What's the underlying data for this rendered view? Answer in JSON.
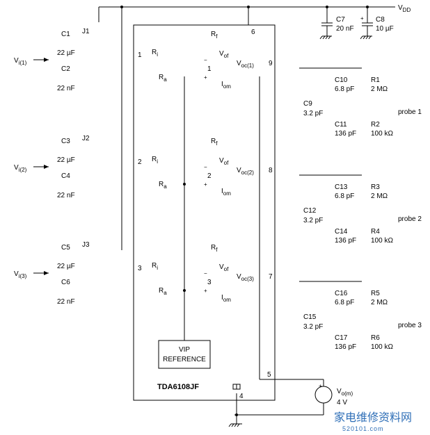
{
  "supply": {
    "label": "V",
    "sub": "DD"
  },
  "ic": {
    "name": "TDA6108JF",
    "pin6": "6",
    "pin4": "4",
    "pin5": "5"
  },
  "vip": {
    "line1": "VIP",
    "line2": "REFERENCE"
  },
  "vom": {
    "label": "V",
    "sub": "o(m)",
    "value": "4 V",
    "plus": "+"
  },
  "c7": {
    "name": "C7",
    "value": "20 nF"
  },
  "c8": {
    "name": "C8",
    "value": "10 µF",
    "plus": "+"
  },
  "ch1": {
    "vin": "V",
    "vin_sub": "i(1)",
    "j": "J1",
    "ca": "C1",
    "ca_val": "22 µF",
    "cb": "C2",
    "cb_val": "22 nF",
    "pin_in": "1",
    "ri": "R",
    "ri_sub": "i",
    "ra": "R",
    "ra_sub": "a",
    "rf": "R",
    "rf_sub": "f",
    "vof": "V",
    "vof_sub": "of",
    "amp": "1",
    "iom": "I",
    "iom_sub": "om",
    "voc": "V",
    "voc_sub": "oc(1)",
    "pin_out": "9",
    "cp": "C9",
    "cp_val": "3.2 pF",
    "c_top": "C10",
    "c_top_val": "6.8 pF",
    "c_bot": "C11",
    "c_bot_val": "136 pF",
    "r_top": "R1",
    "r_top_val": "2 MΩ",
    "r_bot": "R2",
    "r_bot_val": "100 kΩ",
    "probe": "probe 1"
  },
  "ch2": {
    "vin": "V",
    "vin_sub": "i(2)",
    "j": "J2",
    "ca": "C3",
    "ca_val": "22 µF",
    "cb": "C4",
    "cb_val": "22 nF",
    "pin_in": "2",
    "ri": "R",
    "ri_sub": "i",
    "ra": "R",
    "ra_sub": "a",
    "rf": "R",
    "rf_sub": "f",
    "vof": "V",
    "vof_sub": "of",
    "amp": "2",
    "iom": "I",
    "iom_sub": "om",
    "voc": "V",
    "voc_sub": "oc(2)",
    "pin_out": "8",
    "cp": "C12",
    "cp_val": "3.2 pF",
    "c_top": "C13",
    "c_top_val": "6.8 pF",
    "c_bot": "C14",
    "c_bot_val": "136 pF",
    "r_top": "R3",
    "r_top_val": "2 MΩ",
    "r_bot": "R4",
    "r_bot_val": "100 kΩ",
    "probe": "probe 2"
  },
  "ch3": {
    "vin": "V",
    "vin_sub": "i(3)",
    "j": "J3",
    "ca": "C5",
    "ca_val": "22 µF",
    "cb": "C6",
    "cb_val": "22 nF",
    "pin_in": "3",
    "ri": "R",
    "ri_sub": "i",
    "ra": "R",
    "ra_sub": "a",
    "rf": "R",
    "rf_sub": "f",
    "vof": "V",
    "vof_sub": "of",
    "amp": "3",
    "iom": "I",
    "iom_sub": "om",
    "voc": "V",
    "voc_sub": "oc(3)",
    "pin_out": "7",
    "cp": "C15",
    "cp_val": "3.2 pF",
    "c_top": "C16",
    "c_top_val": "6.8 pF",
    "c_bot": "C17",
    "c_bot_val": "136 pF",
    "r_top": "R5",
    "r_top_val": "2 MΩ",
    "r_bot": "R6",
    "r_bot_val": "100 kΩ",
    "probe": "probe 3"
  },
  "watermark": {
    "text": "家电维修资料网",
    "sub": "520101.com"
  }
}
